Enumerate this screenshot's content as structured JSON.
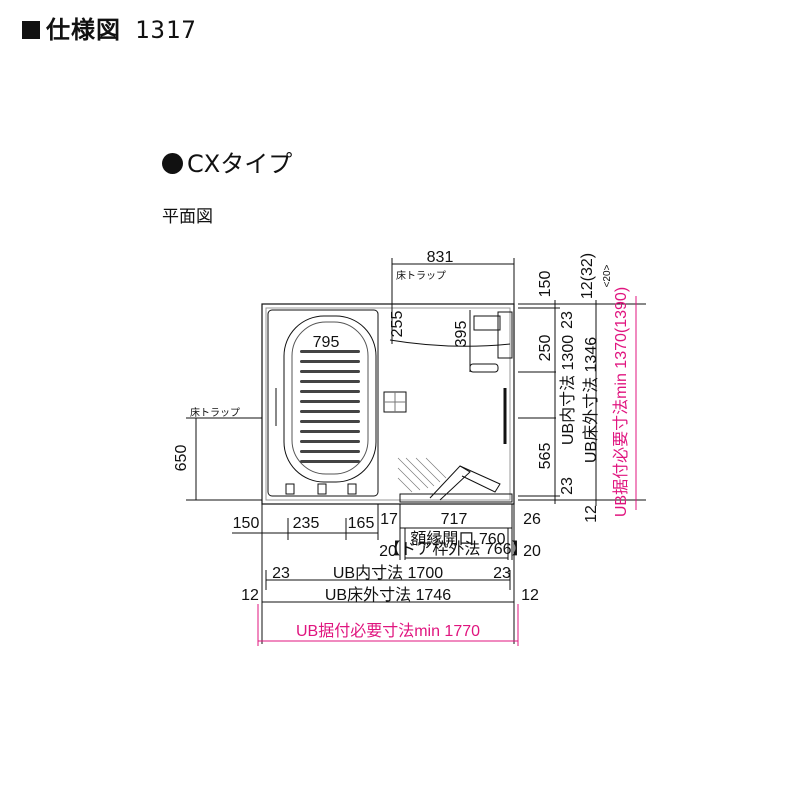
{
  "header": {
    "title": "仕様図",
    "model": "1317"
  },
  "type_label": "CXタイプ",
  "view_label": "平面図",
  "labels": {
    "floor_trap_top": "床トラップ",
    "floor_trap_left": "床トラップ",
    "frame_opening": "額縁開口 760",
    "door_outer": "【ドア枠外法 766】",
    "ub_inner_w": "UB内寸法 1700",
    "ub_floor_outer_w": "UB床外寸法 1746",
    "ub_install_w": "UB据付必要寸法min 1770",
    "ub_inner_h": "UB内寸法 1300",
    "ub_floor_outer_h": "UB床外寸法 1346",
    "ub_install_h": "UB据付必要寸法min 1370(1390)"
  },
  "dims": {
    "d831": "831",
    "d795": "795",
    "d255": "255",
    "d395": "395",
    "d150_top": "150",
    "d12_32": "12(32)",
    "d20_side": "<20>",
    "d23_r_top": "23",
    "d250": "250",
    "d565": "565",
    "d23_r_bot": "23",
    "d12_r_bot": "12",
    "d650": "650",
    "d150_bot": "150",
    "d235": "235",
    "d165": "165",
    "d17": "17",
    "d717": "717",
    "d26": "26",
    "d20_left": "20",
    "d20_right": "20",
    "d23_left": "23",
    "d23_right": "23",
    "d12_left": "12",
    "d12_right": "12"
  },
  "colors": {
    "accent": "#e0157f",
    "line": "#111111"
  }
}
